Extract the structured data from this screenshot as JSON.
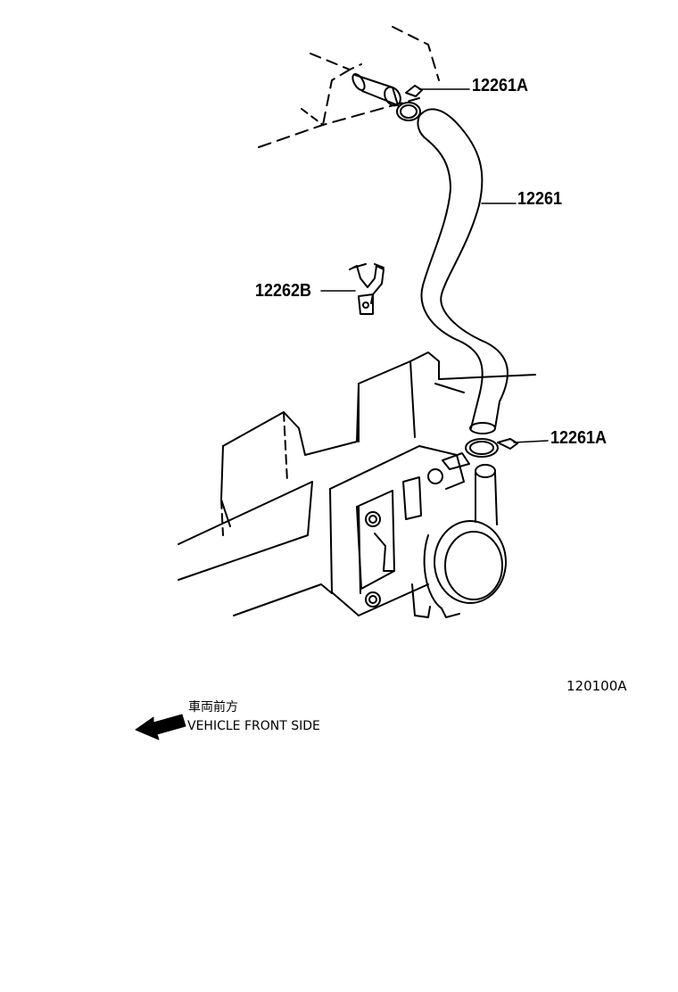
{
  "parts": {
    "clamp_upper": "12261A",
    "hose": "12261",
    "clip": "12262B",
    "clamp_lower": "12261A"
  },
  "illustration_code": "120100A",
  "direction": {
    "japanese": "車両前方",
    "english": "VEHICLE FRONT SIDE",
    "icon": "arrow-left-icon"
  },
  "colors": {
    "ink": "#000000",
    "paper": "#ffffff"
  }
}
